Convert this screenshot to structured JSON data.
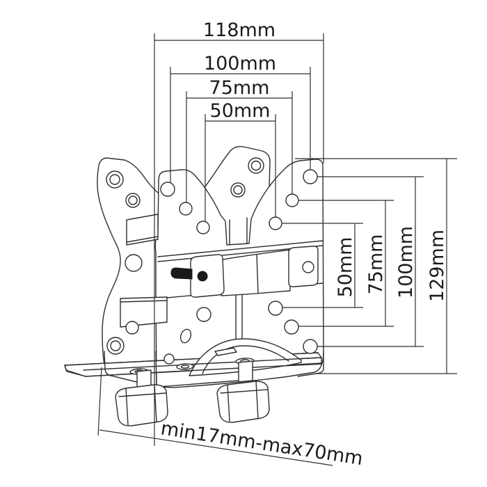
{
  "drawing": {
    "background": "#ffffff",
    "line_color": "#2e2e2e",
    "text_color": "#1b1b1b"
  },
  "dimensions": {
    "top": [
      {
        "id": "width-118",
        "label": "118mm"
      },
      {
        "id": "width-100",
        "label": "100mm"
      },
      {
        "id": "width-75",
        "label": "75mm"
      },
      {
        "id": "width-50",
        "label": "50mm"
      }
    ],
    "right": [
      {
        "id": "height-50",
        "label": "50mm"
      },
      {
        "id": "height-75",
        "label": "75mm"
      },
      {
        "id": "height-100",
        "label": "100mm"
      },
      {
        "id": "height-129",
        "label": "129mm"
      }
    ],
    "bottom": {
      "id": "clamp-range",
      "label": "min17mm-max70mm"
    }
  }
}
